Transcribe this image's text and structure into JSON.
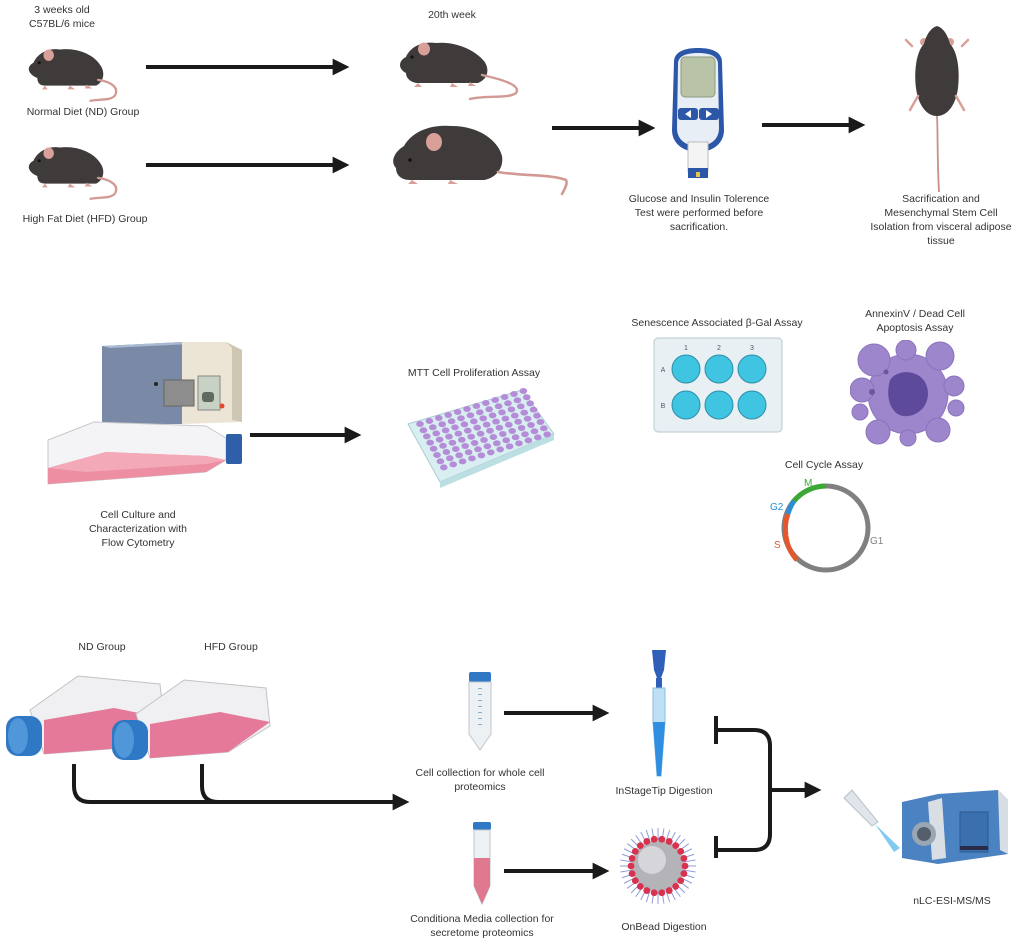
{
  "stage1": {
    "start_label_line1": "3 weeks old",
    "start_label_line2": "C57BL/6 mice",
    "week_label": "20th week",
    "nd_group_label": "Normal Diet (ND) Group",
    "hfd_group_label": "High Fat Diet (HFD) Group",
    "glucose_test_line1": "Glucose and Insulin Tolerence",
    "glucose_test_line2": "Test were performed before",
    "glucose_test_line3": "sacrification.",
    "sacrification_line1": "Sacrification and",
    "sacrification_line2": "Mesenchymal Stem Cell",
    "sacrification_line3": "Isolation from visceral adipose",
    "sacrification_line4": "tissue"
  },
  "stage2": {
    "culture_line1": "Cell Culture and",
    "culture_line2": "Characterization with",
    "culture_line3": "Flow Cytometry",
    "mtt_label": "MTT Cell Proliferation Assay",
    "sa_gal_label": "Senescence Associated β-Gal Assay",
    "plate_columns": [
      "1",
      "2",
      "3"
    ],
    "plate_rows": [
      "A",
      "B"
    ],
    "apoptosis_line1": "AnnexinV / Dead Cell",
    "apoptosis_line2": "Apoptosis Assay",
    "cell_cycle_label": "Cell Cycle Assay",
    "cell_cycle_phases": [
      {
        "name": "M",
        "color": "#3aa935"
      },
      {
        "name": "G2",
        "color": "#2b8fd6"
      },
      {
        "name": "S",
        "color": "#e4572e"
      },
      {
        "name": "G1",
        "color": "#808080"
      }
    ]
  },
  "stage3": {
    "nd_group": "ND Group",
    "hfd_group": "HFD Group",
    "whole_cell_line1": "Cell collection for whole cell",
    "whole_cell_line2": "proteomics",
    "secretome_line1": "Conditiona Media collection for",
    "secretome_line2": "secretome proteomics",
    "instagetip_label": "InStageTip Digestion",
    "onbead_label": "OnBead Digestion",
    "ms_label": "nLC-ESI-MS/MS"
  },
  "colors": {
    "arrow": "#1a1a1a",
    "mouse_body": "#3f3b3a",
    "mouse_pink": "#d9a09a",
    "flask_media": "#e8778f",
    "cap_blue": "#2f78c4",
    "well_cyan": "#3fc4e2",
    "mtt_purple": "#b48cd8",
    "apoptosis_purple": "#9d86cc"
  }
}
